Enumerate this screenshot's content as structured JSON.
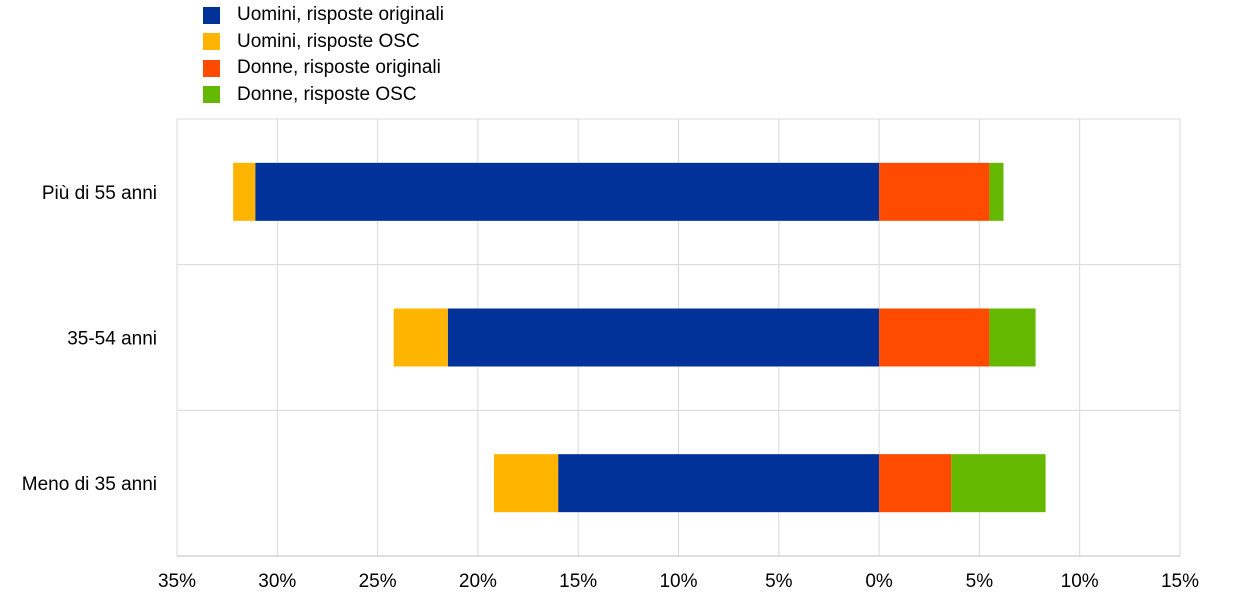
{
  "chart_data": {
    "type": "bar",
    "orientation": "horizontal",
    "stacked": true,
    "categories": [
      "Più di 55 anni",
      "35-54 anni",
      "Meno di 35 anni"
    ],
    "series": [
      {
        "name": "Uomini, risposte originali",
        "color": "#003299",
        "values": [
          -31.1,
          -21.5,
          -16.0
        ],
        "side": "left"
      },
      {
        "name": "Uomini, risposte OSC",
        "color": "#FFB400",
        "values": [
          -1.1,
          -2.7,
          -3.2
        ],
        "side": "left"
      },
      {
        "name": "Donne, risposte originali",
        "color": "#FF4B00",
        "values": [
          5.5,
          5.5,
          3.6
        ],
        "side": "right"
      },
      {
        "name": "Donne, risposte OSC",
        "color": "#65B800",
        "values": [
          0.7,
          2.3,
          4.7
        ],
        "side": "right"
      }
    ],
    "xlim": [
      -35,
      15
    ],
    "xticks": [
      -35,
      -30,
      -25,
      -20,
      -15,
      -10,
      -5,
      0,
      5,
      10,
      15
    ],
    "xtick_labels": [
      "35%",
      "30%",
      "25%",
      "20%",
      "15%",
      "10%",
      "5%",
      "0%",
      "5%",
      "10%",
      "15%"
    ],
    "legend_position": "top-left",
    "grid": true
  }
}
